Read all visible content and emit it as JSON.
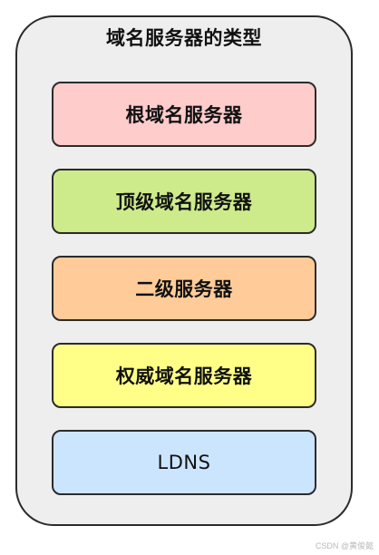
{
  "diagram": {
    "title": "域名服务器的类型",
    "boxes": [
      {
        "label": "根域名服务器",
        "color": "#ffcccc"
      },
      {
        "label": "顶级域名服务器",
        "color": "#cdeb8b"
      },
      {
        "label": "二级服务器",
        "color": "#ffcc99"
      },
      {
        "label": "权威域名服务器",
        "color": "#ffff88"
      },
      {
        "label": "LDNS",
        "color": "#cce5ff"
      }
    ],
    "container_color": "#eeeeee",
    "border_color": "#2b2b2b"
  },
  "watermark": "CSDN @黄俊懿"
}
